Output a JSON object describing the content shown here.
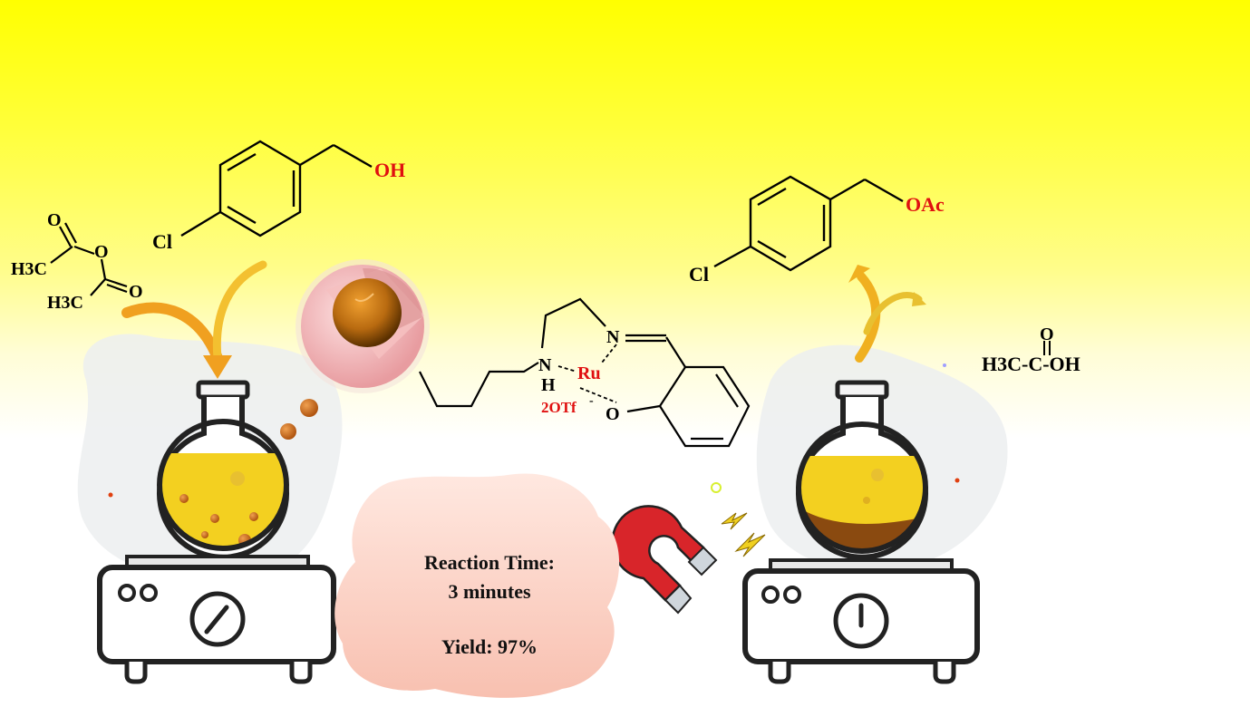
{
  "reactant_alcohol": {
    "substituent": "Cl",
    "group": "OH"
  },
  "acetic_anhydride": {
    "o_top": "O",
    "o_mid": "O",
    "o_bottom": "O",
    "ch3_a": "H3C",
    "ch3_b": "H3C"
  },
  "catalyst": {
    "amine_n": "N",
    "amine_h": "H",
    "imine_n": "N",
    "metal": "Ru",
    "counter_ion": "2OTf",
    "counter_charge": "-",
    "phenoxide_o": "O"
  },
  "product_ester": {
    "substituent": "Cl",
    "group": "OAc"
  },
  "byproduct_acid": {
    "carbonyl_o": "O",
    "formula": "H3C-C-OH"
  },
  "result": {
    "time_label": "Reaction Time:",
    "time_value": "3 minutes",
    "yield_label": "Yield: 97%"
  },
  "colors": {
    "heteroatom_red": "#e01010",
    "liquid": "#f3d020",
    "arrow": "#f0a020",
    "magnet": "#d8252a",
    "catalyst_core": "#c07010",
    "shell": "#f2b8b8"
  }
}
